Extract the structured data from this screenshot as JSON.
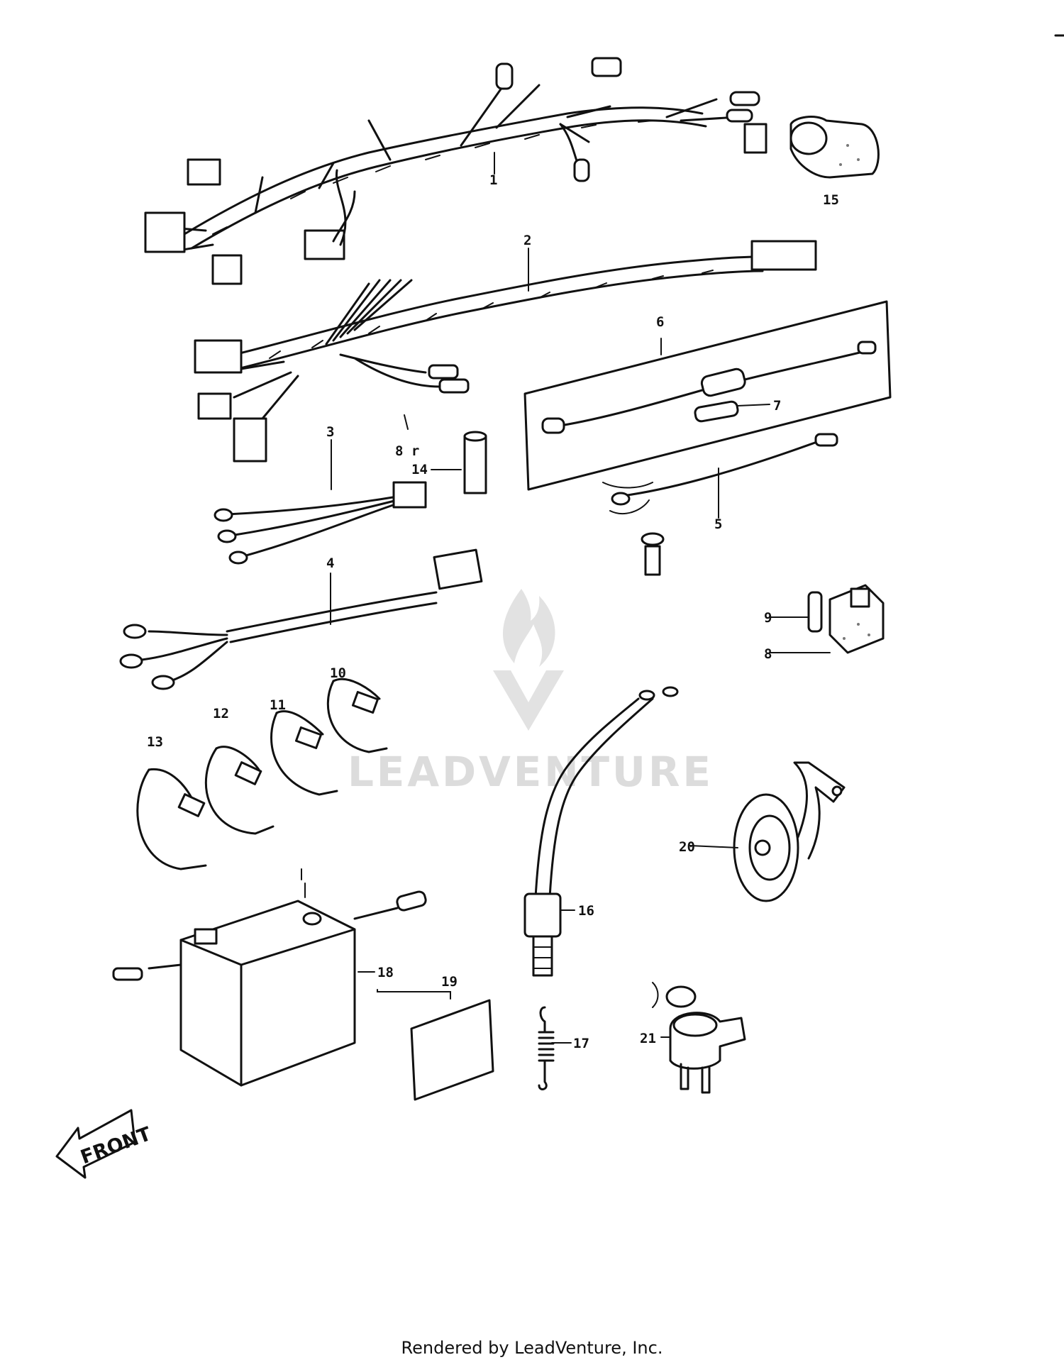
{
  "diagram": {
    "watermark": "LEADVENTURE",
    "direction_label": "FRONT",
    "callouts": {
      "c1": "1",
      "c2": "2",
      "c3": "3",
      "c4": "4",
      "c5": "5",
      "c6": "6",
      "c7": "7",
      "c8": "8",
      "c8r": "8 r",
      "c9": "9",
      "c10": "10",
      "c11": "11",
      "c12": "12",
      "c13": "13",
      "c14": "14",
      "c15": "15",
      "c16": "16",
      "c17": "17",
      "c18": "18",
      "c19": "19",
      "c20": "20",
      "c21": "21"
    }
  },
  "footer": {
    "text": "Rendered by LeadVenture, Inc."
  }
}
